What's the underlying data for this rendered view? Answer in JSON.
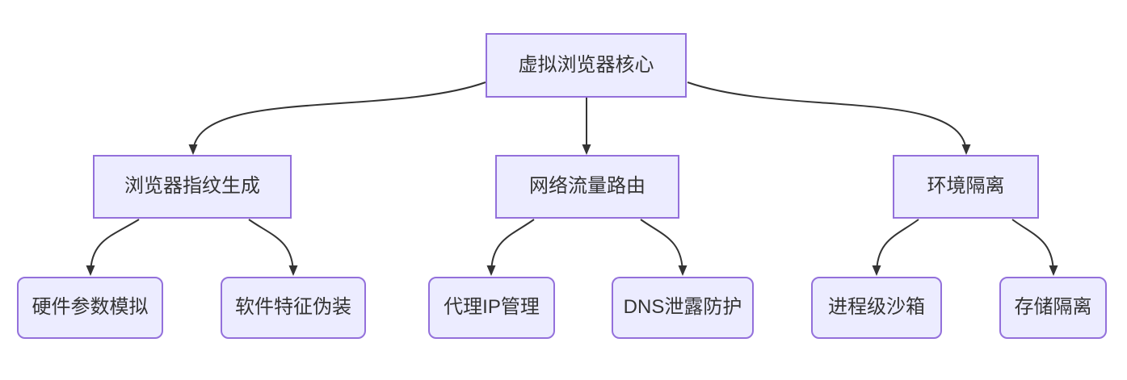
{
  "diagram": {
    "type": "flowchart",
    "direction": "top-down",
    "nodes": {
      "core": {
        "label": "虚拟浏览器核心",
        "shape": "rect",
        "level": 0
      },
      "fingerprint": {
        "label": "浏览器指纹生成",
        "shape": "rect",
        "level": 1
      },
      "network": {
        "label": "网络流量路由",
        "shape": "rect",
        "level": 1
      },
      "isolation": {
        "label": "环境隔离",
        "shape": "rect",
        "level": 1
      },
      "hardware": {
        "label": "硬件参数模拟",
        "shape": "rounded",
        "level": 2
      },
      "software": {
        "label": "软件特征伪装",
        "shape": "rounded",
        "level": 2
      },
      "proxy": {
        "label": "代理IP管理",
        "shape": "rounded",
        "level": 2
      },
      "dns": {
        "label": "DNS泄露防护",
        "shape": "rounded",
        "level": 2
      },
      "sandbox": {
        "label": "进程级沙箱",
        "shape": "rounded",
        "level": 2
      },
      "storage": {
        "label": "存储隔离",
        "shape": "rounded",
        "level": 2
      }
    },
    "edges": [
      {
        "from": "虚拟浏览器核心",
        "to": "浏览器指纹生成"
      },
      {
        "from": "虚拟浏览器核心",
        "to": "网络流量路由"
      },
      {
        "from": "虚拟浏览器核心",
        "to": "环境隔离"
      },
      {
        "from": "浏览器指纹生成",
        "to": "硬件参数模拟"
      },
      {
        "from": "浏览器指纹生成",
        "to": "软件特征伪装"
      },
      {
        "from": "网络流量路由",
        "to": "代理IP管理"
      },
      {
        "from": "网络流量路由",
        "to": "DNS泄露防护"
      },
      {
        "from": "环境隔离",
        "to": "进程级沙箱"
      },
      {
        "from": "环境隔离",
        "to": "存储隔离"
      }
    ],
    "colors": {
      "node_fill": "#ECECFF",
      "node_border": "#9370DB",
      "edge_stroke": "#333333",
      "text": "#333333",
      "background": "#FFFFFF"
    }
  }
}
